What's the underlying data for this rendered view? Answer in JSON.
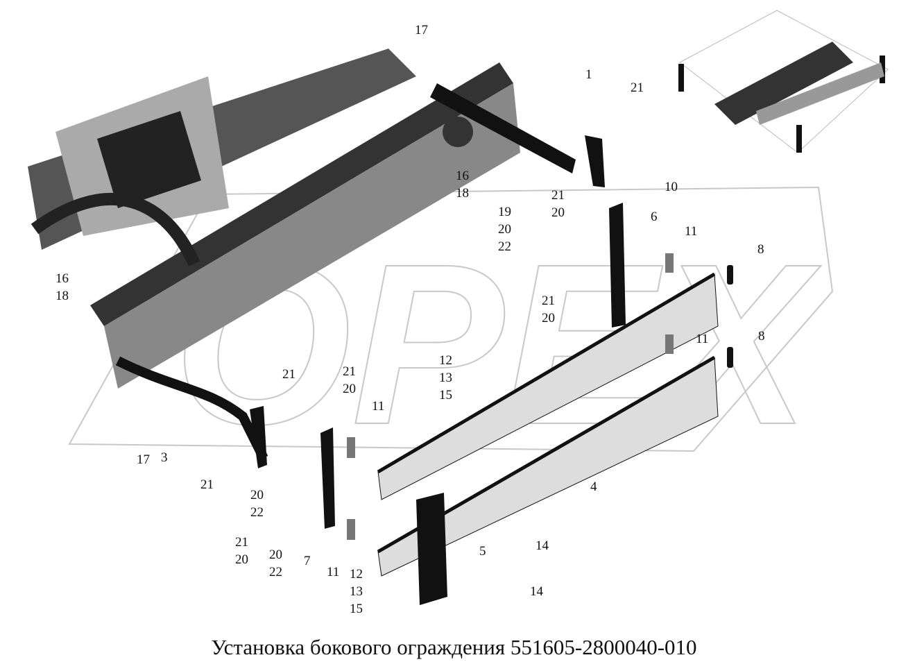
{
  "title": "Установка бокового ограждения 551605-2800040-010",
  "watermark": "OPEX",
  "callouts": [
    {
      "id": "c1",
      "text": "17"
    },
    {
      "id": "c2",
      "text": "1"
    },
    {
      "id": "c3",
      "text": "21"
    },
    {
      "id": "c4",
      "text": "16\n18"
    },
    {
      "id": "c5",
      "text": "10"
    },
    {
      "id": "c6",
      "text": "21\n20"
    },
    {
      "id": "c7",
      "text": "19\n20\n22"
    },
    {
      "id": "c8",
      "text": "6"
    },
    {
      "id": "c9",
      "text": "11"
    },
    {
      "id": "c10",
      "text": "8"
    },
    {
      "id": "c11",
      "text": "16\n18"
    },
    {
      "id": "c12",
      "text": "21\n20"
    },
    {
      "id": "c13",
      "text": "11"
    },
    {
      "id": "c14",
      "text": "8"
    },
    {
      "id": "c15",
      "text": "12\n13\n15"
    },
    {
      "id": "c16",
      "text": "21\n20"
    },
    {
      "id": "c17",
      "text": "21"
    },
    {
      "id": "c18",
      "text": "11"
    },
    {
      "id": "c19",
      "text": "17"
    },
    {
      "id": "c20",
      "text": "3"
    },
    {
      "id": "c21",
      "text": "21"
    },
    {
      "id": "c22",
      "text": "4"
    },
    {
      "id": "c23",
      "text": "20\n22"
    },
    {
      "id": "c24",
      "text": "21\n20"
    },
    {
      "id": "c25",
      "text": "20\n22"
    },
    {
      "id": "c26",
      "text": "14"
    },
    {
      "id": "c27",
      "text": "5"
    },
    {
      "id": "c28",
      "text": "7"
    },
    {
      "id": "c29",
      "text": "11"
    },
    {
      "id": "c30",
      "text": "12\n13\n15"
    },
    {
      "id": "c31",
      "text": "14"
    }
  ]
}
